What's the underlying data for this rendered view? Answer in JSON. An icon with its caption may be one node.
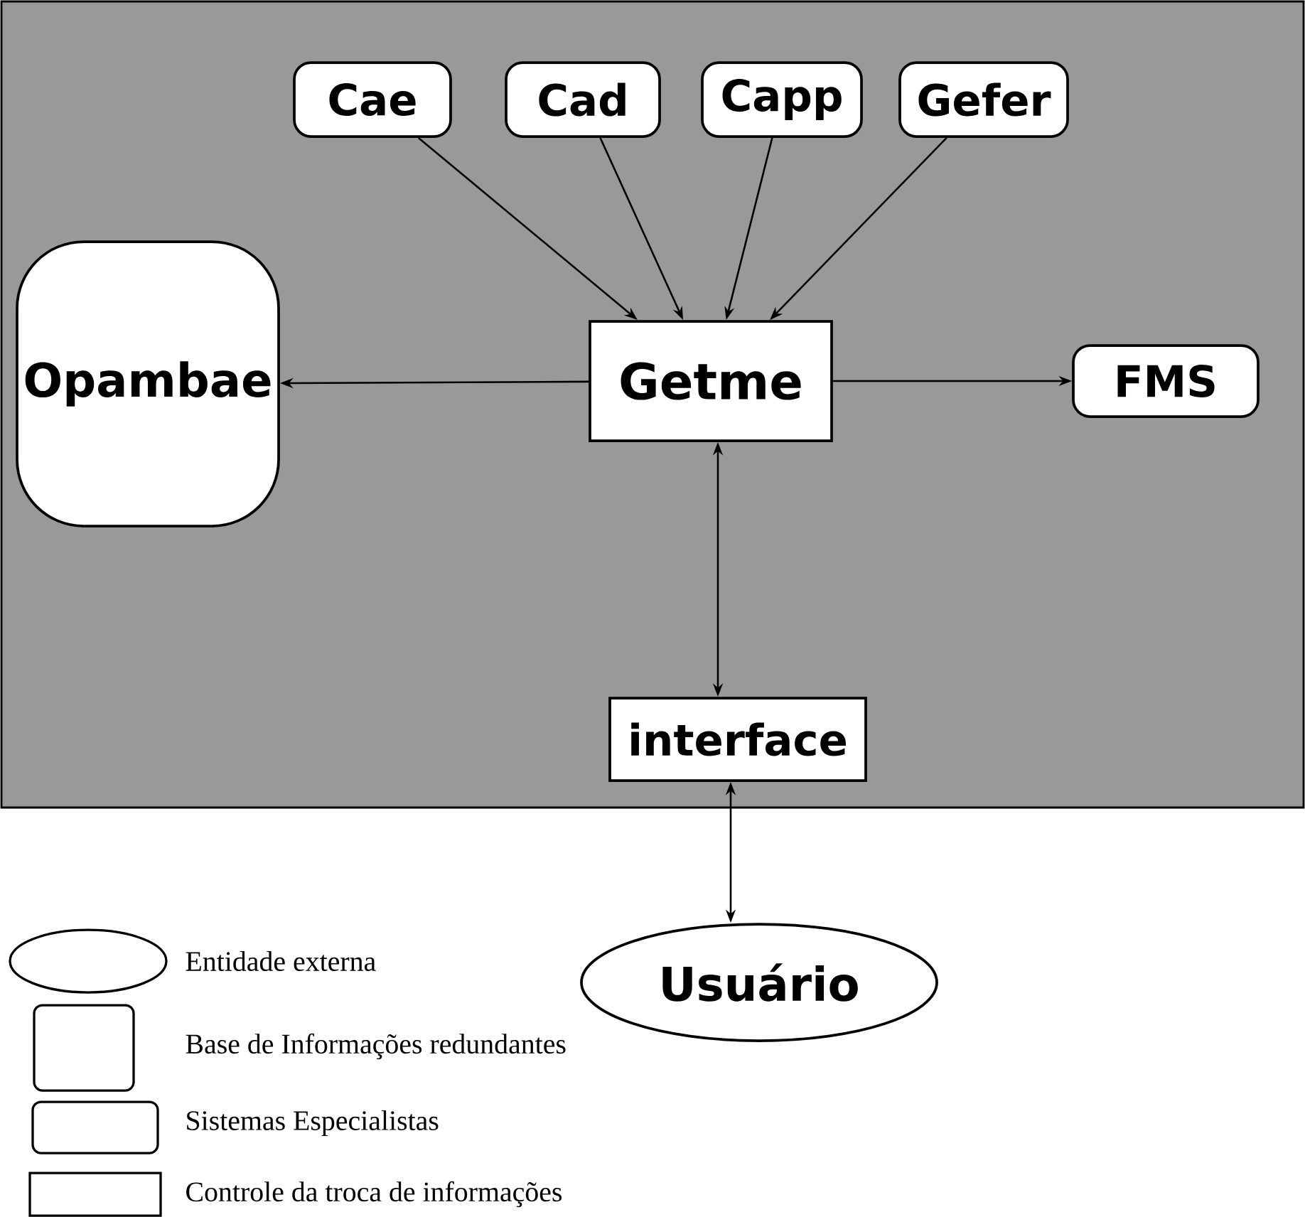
{
  "diagram": {
    "nodes": [
      {
        "text": [
          "Cae"
        ]
      },
      {
        "text": [
          "Cad"
        ]
      },
      {
        "text": [
          "Capp"
        ]
      },
      {
        "text": [
          "Gefer"
        ]
      },
      {
        "text": [
          "Opambae"
        ]
      },
      {
        "text": [
          "Getme"
        ]
      },
      {
        "text": [
          "FMS"
        ]
      },
      {
        "text": [
          "interface"
        ]
      },
      {
        "text": [
          "Usuário"
        ]
      }
    ],
    "edges": [
      {
        "from": 0,
        "to": 5,
        "arrow": "to"
      },
      {
        "from": 1,
        "to": 5,
        "arrow": "to"
      },
      {
        "from": 2,
        "to": 5,
        "arrow": "to"
      },
      {
        "from": 3,
        "to": 5,
        "arrow": "to"
      },
      {
        "from": 5,
        "to": 4,
        "arrow": "to"
      },
      {
        "from": 5,
        "to": 6,
        "arrow": "to"
      },
      {
        "from": 5,
        "to": 7,
        "arrow": "both"
      },
      {
        "from": 7,
        "to": 8,
        "arrow": "both"
      }
    ],
    "legend": [
      {
        "text": "Entidade externa"
      },
      {
        "text": "Base de Informações redundantes"
      },
      {
        "text": "Sistemas Especialistas"
      },
      {
        "text": "Controle da troca de informações"
      }
    ]
  }
}
